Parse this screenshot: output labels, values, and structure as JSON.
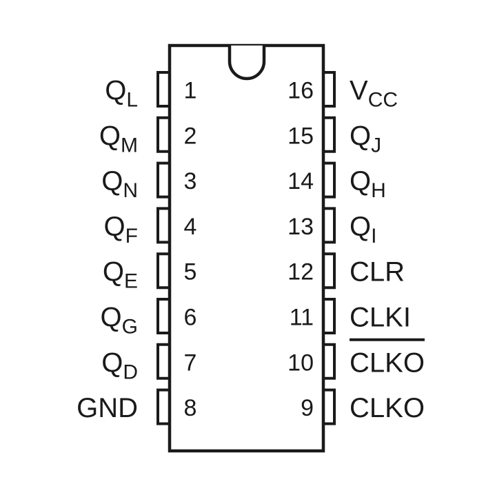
{
  "package": {
    "type": "16-pin DIP",
    "pin_count": 16
  },
  "pins": [
    {
      "number": "1",
      "side": "left",
      "label_main": "Q",
      "label_sub": "L",
      "overline": false
    },
    {
      "number": "2",
      "side": "left",
      "label_main": "Q",
      "label_sub": "M",
      "overline": false
    },
    {
      "number": "3",
      "side": "left",
      "label_main": "Q",
      "label_sub": "N",
      "overline": false
    },
    {
      "number": "4",
      "side": "left",
      "label_main": "Q",
      "label_sub": "F",
      "overline": false
    },
    {
      "number": "5",
      "side": "left",
      "label_main": "Q",
      "label_sub": "E",
      "overline": false
    },
    {
      "number": "6",
      "side": "left",
      "label_main": "Q",
      "label_sub": "G",
      "overline": false
    },
    {
      "number": "7",
      "side": "left",
      "label_main": "Q",
      "label_sub": "D",
      "overline": false
    },
    {
      "number": "8",
      "side": "left",
      "label_main": "GND",
      "label_sub": "",
      "overline": false
    },
    {
      "number": "16",
      "side": "right",
      "label_main": "V",
      "label_sub": "CC",
      "overline": false
    },
    {
      "number": "15",
      "side": "right",
      "label_main": "Q",
      "label_sub": "J",
      "overline": false
    },
    {
      "number": "14",
      "side": "right",
      "label_main": "Q",
      "label_sub": "H",
      "overline": false
    },
    {
      "number": "13",
      "side": "right",
      "label_main": "Q",
      "label_sub": "I",
      "overline": false
    },
    {
      "number": "12",
      "side": "right",
      "label_main": "CLR",
      "label_sub": "",
      "overline": false
    },
    {
      "number": "11",
      "side": "right",
      "label_main": "CLKI",
      "label_sub": "",
      "overline": false
    },
    {
      "number": "10",
      "side": "right",
      "label_main": "CLKO",
      "label_sub": "",
      "overline": true
    },
    {
      "number": "9",
      "side": "right",
      "label_main": "CLKO",
      "label_sub": "",
      "overline": false
    }
  ],
  "colors": {
    "stroke": "#1a1a1a",
    "background": "#ffffff"
  }
}
